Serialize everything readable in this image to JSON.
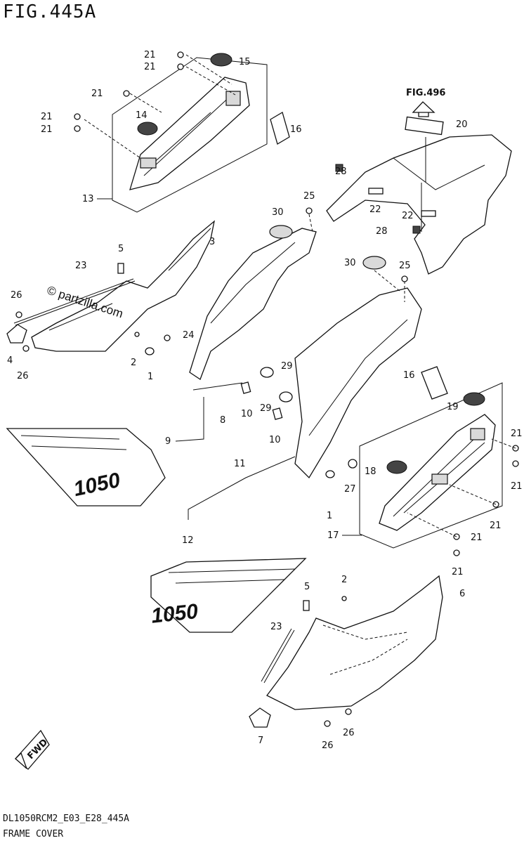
{
  "title": "FIG.445A",
  "reference_fig": "FIG.496",
  "watermark": "© partzilla.com",
  "decal_text": "1050",
  "fwd_label": "FWD",
  "footer": {
    "code": "DL1050RCM2_E03_E28_445A",
    "name": "FRAME COVER"
  },
  "callouts": {
    "c1a": "1",
    "c1b": "1",
    "c2a": "2",
    "c2b": "2",
    "c3": "3",
    "c4": "4",
    "c5a": "5",
    "c5b": "5",
    "c6": "6",
    "c7": "7",
    "c8": "8",
    "c9": "9",
    "c10a": "10",
    "c10b": "10",
    "c11": "11",
    "c12": "12",
    "c13": "13",
    "c14": "14",
    "c15": "15",
    "c16a": "16",
    "c16b": "16",
    "c17": "17",
    "c18": "18",
    "c19": "19",
    "c20": "20",
    "c21a": "21",
    "c21b": "21",
    "c21c": "21",
    "c21d": "21",
    "c21e": "21",
    "c21f": "21",
    "c21g": "21",
    "c21h": "21",
    "c21i": "21",
    "c21j": "21",
    "c22a": "22",
    "c22b": "22",
    "c23a": "23",
    "c23b": "23",
    "c24": "24",
    "c25a": "25",
    "c25b": "25",
    "c26a": "26",
    "c26b": "26",
    "c26c": "26",
    "c26d": "26",
    "c27": "27",
    "c28a": "28",
    "c28b": "28",
    "c29a": "29",
    "c29b": "29",
    "c30a": "30",
    "c30b": "30"
  }
}
